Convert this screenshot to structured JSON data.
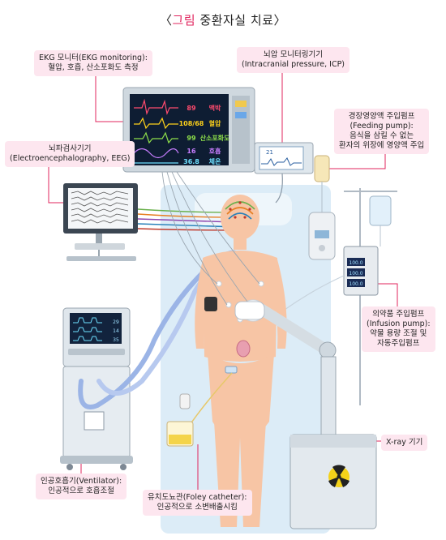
{
  "title": {
    "bracket_open": "〈",
    "highlight": "그림",
    "rest": " 중환자실 치료",
    "bracket_close": "〉"
  },
  "labels": {
    "ekg": {
      "line1": "EKG 모니터(EKG monitoring):",
      "line2": "혈압, 호흡, 산소포화도 측정"
    },
    "icp": {
      "line1": "뇌압 모니터링기기",
      "line2": "(Intracranial pressure, ICP)"
    },
    "feeding": {
      "line1": "경장영양액 주입펌프",
      "line2": "(Feeding pump):",
      "line3": "음식을 삼킬 수 없는",
      "line4": "환자의 위장에 영양액 주입"
    },
    "eeg": {
      "line1": "뇌파검사기기",
      "line2": "(Electroencephalography, EEG)"
    },
    "infusion": {
      "line1": "의약품 주입펌프",
      "line2": "(Infusion pump):",
      "line3": "약물 용량 조절 및",
      "line4": "자동주입펌프"
    },
    "xray": {
      "line1": "X-ray 기기"
    },
    "ventilator": {
      "line1": "인공호흡기(Ventilator):",
      "line2": "인공적으로 호흡조절"
    },
    "foley": {
      "line1": "유치도뇨관(Foley catheter):",
      "line2": "인공적으로 소변배출시킴"
    }
  },
  "monitor": {
    "rows": [
      {
        "value": "89",
        "name": "맥박",
        "color": "#ff4b6e"
      },
      {
        "value": "108/68",
        "name": "혈압",
        "color": "#ffd21a"
      },
      {
        "value": "99",
        "name": "산소포화도",
        "color": "#8ee04a"
      },
      {
        "value": "16",
        "name": "호흡",
        "color": "#c77dff"
      },
      {
        "value": "36.8",
        "name": "체온",
        "color": "#6ee0ff"
      }
    ]
  },
  "icp_screen": {
    "value": "21"
  },
  "ventilator_screen": {
    "values": [
      "29",
      "14",
      "35"
    ]
  },
  "infusion_screen": {
    "values": [
      "100.0",
      "100.0",
      "100.0"
    ]
  },
  "colors": {
    "label_bg": "#fde6ef",
    "leader": "#e0245e",
    "bed": "#dcecf7",
    "skin": "#f7c5a5"
  }
}
